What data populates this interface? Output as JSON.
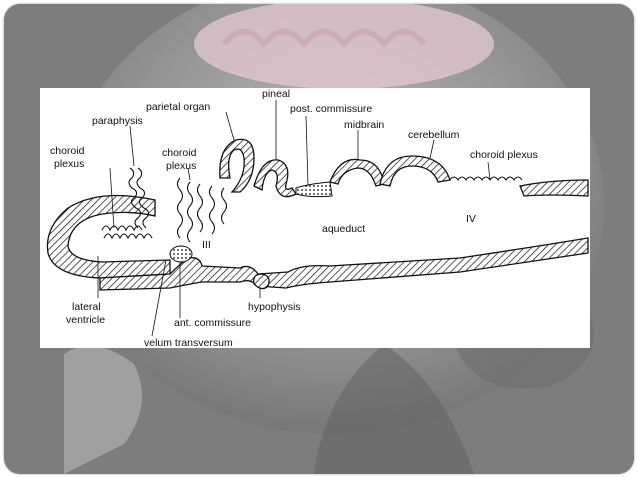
{
  "colors": {
    "background": "#7d7d7d",
    "panel": "#ffffff",
    "brain_tint": "#e7c9d3",
    "ink": "#111111"
  },
  "diagram": {
    "labels": {
      "pineal": "pineal",
      "parietal_organ": "parietal organ",
      "post_commissure": "post. commissure",
      "midbrain": "midbrain",
      "cerebellum": "cerebellum",
      "paraphysis": "paraphysis",
      "choroid_plexus_left": "choroid plexus",
      "choroid_plexus_center": "choroid plexus",
      "choroid_plexus_right": "choroid plexus",
      "aqueduct": "aqueduct",
      "ventricle_iv": "IV",
      "ventricle_iii": "III",
      "lateral_ventricle": "lateral ventricle",
      "hypophysis": "hypophysis",
      "ant_commissure": "ant. commissure",
      "velum_transversum": "velum transversum"
    }
  }
}
